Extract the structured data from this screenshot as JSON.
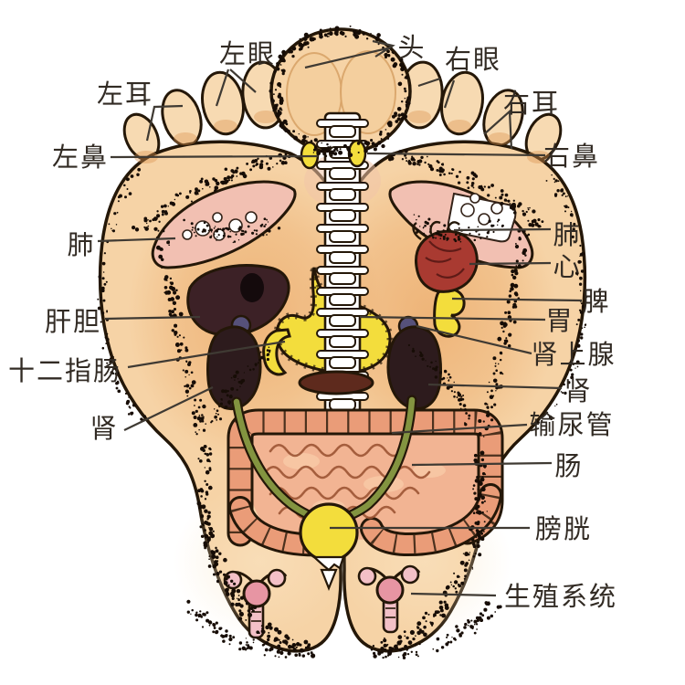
{
  "diagram": {
    "type": "foot-reflexology-chart",
    "labels": [
      {
        "id": "left-ear",
        "text": "左耳"
      },
      {
        "id": "left-eye",
        "text": "左眼"
      },
      {
        "id": "head",
        "text": "头"
      },
      {
        "id": "right-eye",
        "text": "右眼"
      },
      {
        "id": "right-ear",
        "text": "右耳"
      },
      {
        "id": "left-nose",
        "text": "左鼻"
      },
      {
        "id": "right-nose",
        "text": "右鼻"
      },
      {
        "id": "lung-left",
        "text": "肺"
      },
      {
        "id": "liver-gallbladder",
        "text": "肝胆"
      },
      {
        "id": "duodenum",
        "text": "十二指肠"
      },
      {
        "id": "kidney-left",
        "text": "肾"
      },
      {
        "id": "lung-right",
        "text": "肺"
      },
      {
        "id": "heart",
        "text": "心"
      },
      {
        "id": "spleen",
        "text": "脾"
      },
      {
        "id": "stomach",
        "text": "胃"
      },
      {
        "id": "adrenal-gland",
        "text": "肾上腺"
      },
      {
        "id": "kidney-right",
        "text": "肾"
      },
      {
        "id": "ureter",
        "text": "输尿管"
      },
      {
        "id": "intestine",
        "text": "肠"
      },
      {
        "id": "bladder",
        "text": "膀胱"
      },
      {
        "id": "reproductive-system",
        "text": "生殖系统"
      }
    ],
    "colors": {
      "background": "#ffffff",
      "skin": "#f6d3a6",
      "outline": "#241708",
      "stipple": "#170d06",
      "lungPink": "#f2c0b2",
      "organYellow": "#f3dd3c",
      "liverDark": "#3c2126",
      "heartRed": "#a93a31",
      "kidneyDark": "#2d1b1d",
      "adrenalPurple": "#56517a",
      "ureterGreen": "#839440",
      "intestineFill": "#f2b493",
      "intestineTube": "#ea9c78",
      "intestineDark": "#9c5434",
      "pancreasDark": "#5e2a1d",
      "uterusPink": "#e795a3",
      "uterusLight": "#f3c0c7",
      "spineWhite": "#ffffff",
      "labelText": "#322b24",
      "leader": "#3f3a33"
    }
  }
}
